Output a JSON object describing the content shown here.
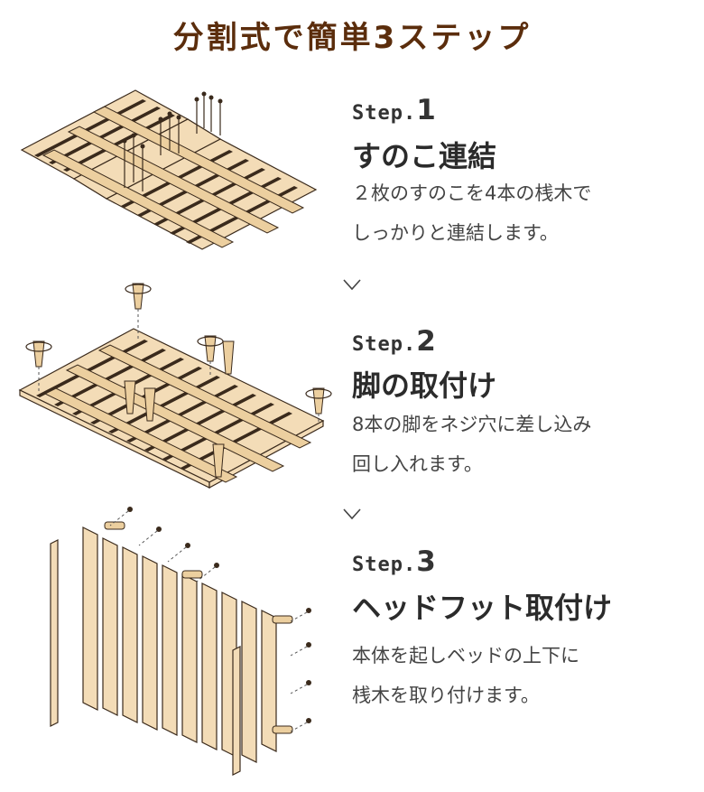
{
  "title": "分割式で簡単3ステップ",
  "steps": [
    {
      "label_prefix": "Step.",
      "number": "1",
      "title": "すのこ連結",
      "description": "２枚のすのこを4本の桟木で\nしっかりと連結します。",
      "illustration": "slats-connect-illustration"
    },
    {
      "label_prefix": "Step.",
      "number": "2",
      "title": "脚の取付け",
      "description": "8本の脚をネジ穴に差し込み\n回し入れます。",
      "illustration": "legs-attach-illustration"
    },
    {
      "label_prefix": "Step.",
      "number": "3",
      "title": "ヘッドフット取付け",
      "description": "本体を起しベッドの上下に\n桟木を取り付けます。",
      "illustration": "headfoot-attach-illustration"
    }
  ],
  "colors": {
    "title": "#5b2d0c",
    "wood": "#f3dcb7",
    "wood_dark": "#eccf9f",
    "outline": "#3a2a1c",
    "text": "#2b2b2b"
  }
}
